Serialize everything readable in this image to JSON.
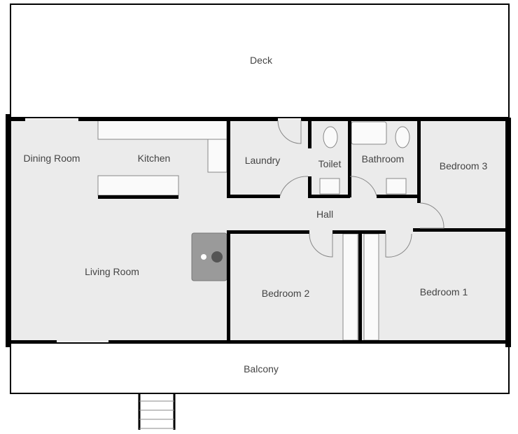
{
  "plan": {
    "rooms": {
      "deck": "Deck",
      "dining_room": "Dining Room",
      "kitchen": "Kitchen",
      "laundry": "Laundry",
      "toilet": "Toilet",
      "bathroom": "Bathroom",
      "bedroom3": "Bedroom 3",
      "hall": "Hall",
      "living_room": "Living Room",
      "bedroom2": "Bedroom 2",
      "bedroom1": "Bedroom 1",
      "balcony": "Balcony"
    },
    "colors": {
      "wall": "#000000",
      "floor": "#ebebeb",
      "fixture": "#fafafa",
      "outline": "#888888",
      "stove": "#9a9a9a"
    }
  }
}
